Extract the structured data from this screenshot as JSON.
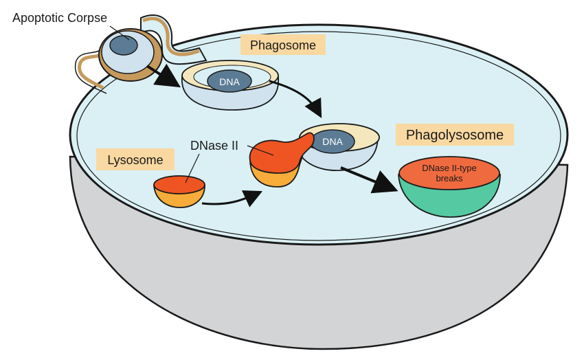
{
  "labels": {
    "apoptotic_corpse": "Apoptotic Corpse",
    "phagosome": "Phagosome",
    "dna_phagosome": "DNA",
    "lysosome": "Lysosome",
    "dnase": "DNase II",
    "dna_fusion": "DNA",
    "phagolysosome": "Phagolysosome",
    "breaks_line1": "DNase II-type",
    "breaks_line2": "breaks"
  },
  "colors": {
    "cytoplasm": "#daf0f4",
    "cell_wall": "#d3d4d6",
    "label_box": "#f9d9a1",
    "dna": "#5c7c95",
    "vesicle_shell": "#cfe2ee",
    "vesicle_rim": "#f4e7bd",
    "lysosome_inner": "#ef5522",
    "lysosome_outer": "#f8ac3a",
    "phagolysosome_outer": "#55c9a1",
    "phagolysosome_inner": "#f06a3f",
    "corpse_band": "#c69a5c"
  }
}
